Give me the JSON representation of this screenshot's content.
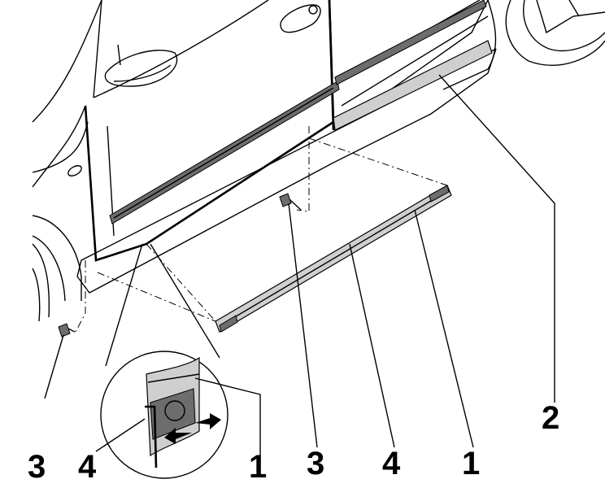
{
  "callouts": {
    "c1": "3",
    "c2": "4",
    "c3": "1",
    "c4": "3",
    "c5": "4",
    "c6": "1",
    "c7": "2"
  },
  "colors": {
    "ink": "#000000",
    "molding_fill": "#cfcfcf",
    "clip_shade": "#6d6d6d"
  },
  "icons": {
    "arrow_left": "arrow-left-icon",
    "arrow_right": "arrow-right-icon"
  }
}
